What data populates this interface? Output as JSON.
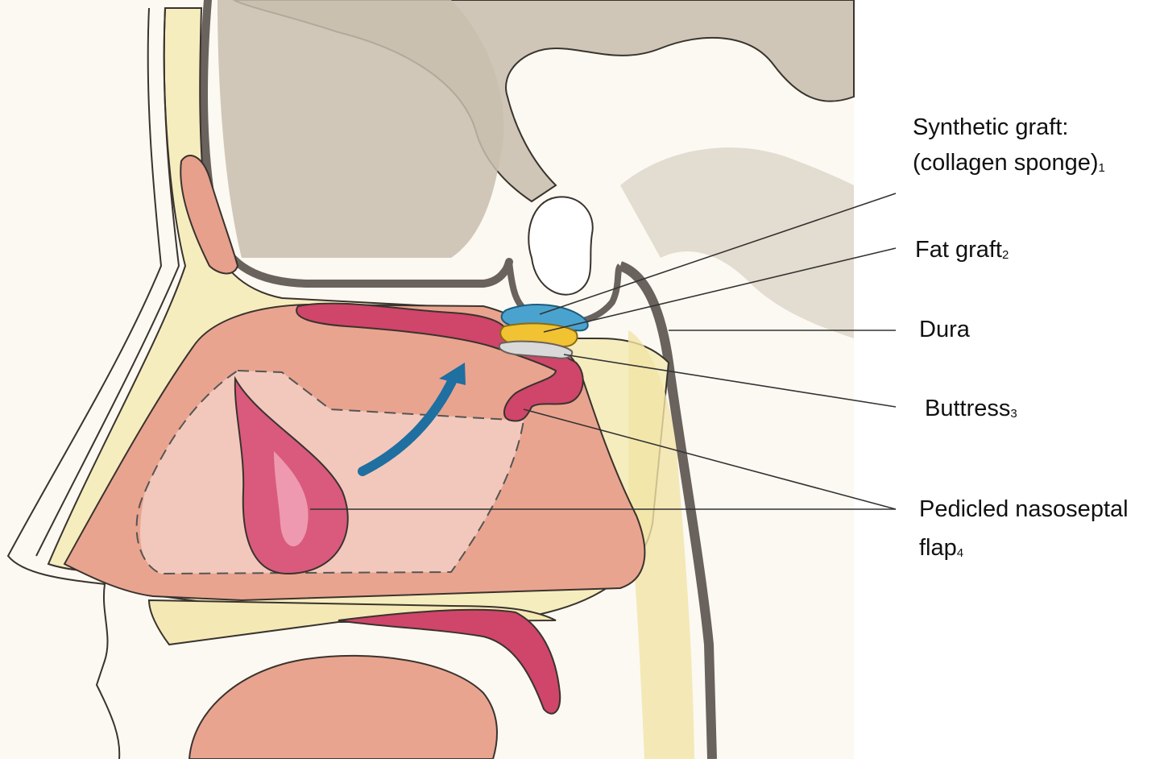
{
  "labels": {
    "synthetic_graft": {
      "line1": "Synthetic graft:",
      "line2": "(collagen sponge)",
      "note": "1"
    },
    "fat_graft": {
      "text": "Fat graft",
      "note": "2"
    },
    "dura": {
      "text": "Dura"
    },
    "buttress": {
      "text": "Buttress",
      "note": "3"
    },
    "pedicled_flap": {
      "line1": "Pedicled nasoseptal",
      "line2": "flap",
      "note": "4"
    }
  },
  "colors": {
    "skin_yellow": "#f6edbf",
    "mucosa": "#e9a48f",
    "mucosa_light": "#f4cfc4",
    "brain_gray": "#c9bfb0",
    "bone_dark": "#6a625c",
    "flap_crimson": "#d0456a",
    "collagen_blue": "#4aa3cf",
    "fat_yellow": "#f1c232",
    "arrow_blue": "#1f6fa0",
    "leader_line": "#333333"
  },
  "icons": {
    "arrow": "curved-arrow-icon"
  }
}
